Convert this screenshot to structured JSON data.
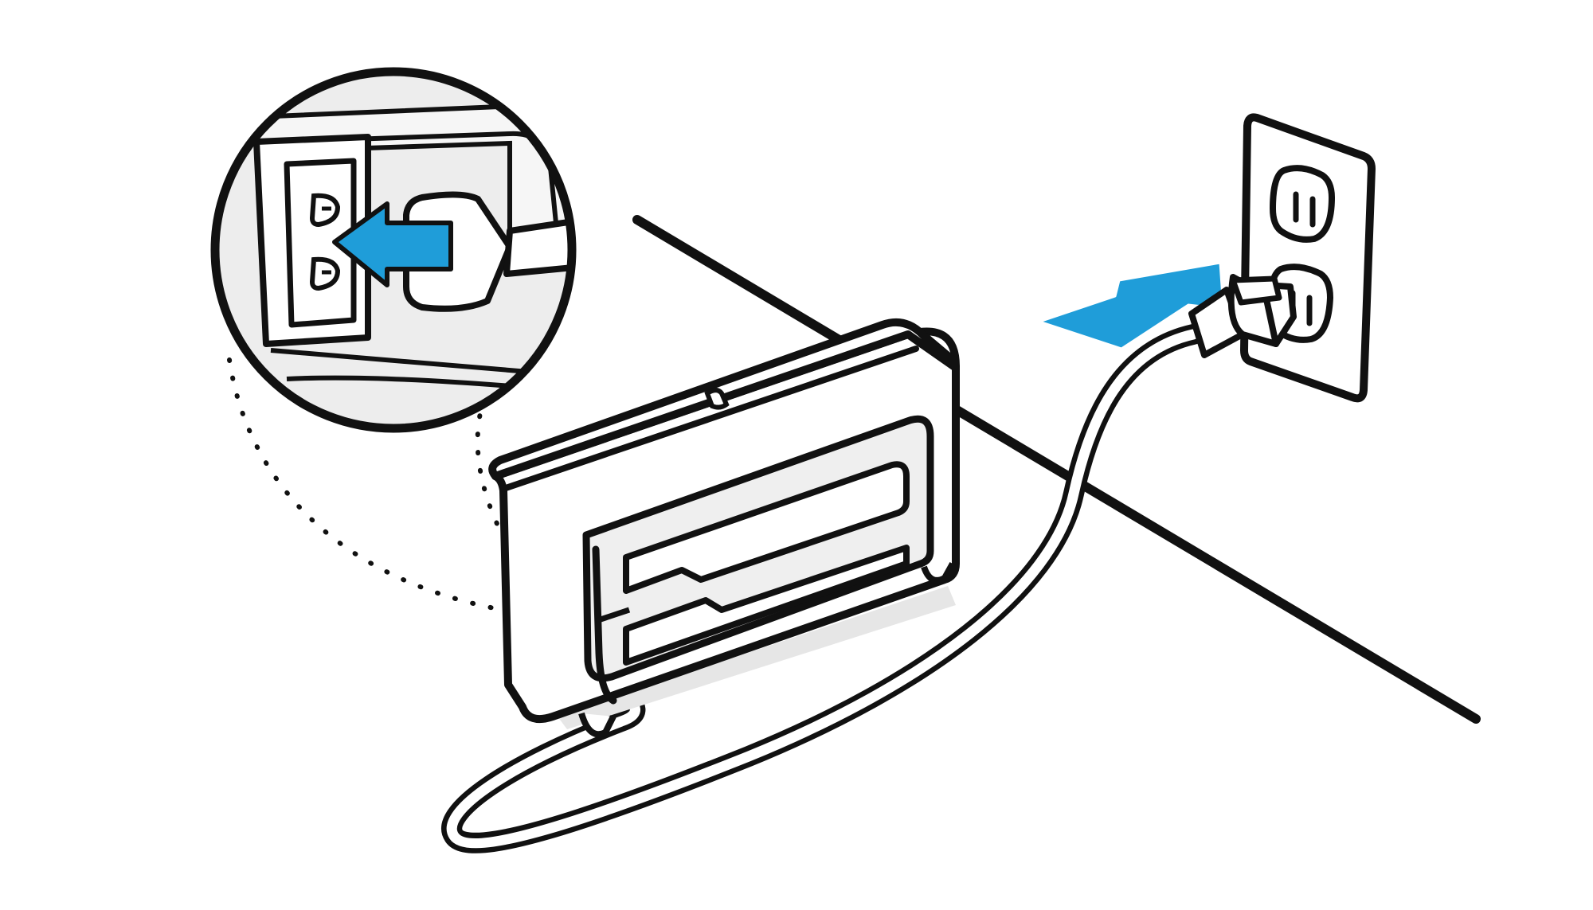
{
  "illustration": {
    "text_labels": [],
    "colors": {
      "outline": "#111111",
      "arrow": "#1f9dd9",
      "fill_light": "#eeeeee",
      "fill_white": "#ffffff"
    },
    "components": [
      {
        "name": "wall-corner-line",
        "icon": "line"
      },
      {
        "name": "wall-outlet",
        "icon": "outlet-icon",
        "receptacles": 2
      },
      {
        "name": "power-plug",
        "icon": "plug-icon"
      },
      {
        "name": "plug-in-arrow-outlet",
        "icon": "arrow-icon",
        "color": "#1f9dd9"
      },
      {
        "name": "home-base-dock",
        "icon": "charging-dock-icon"
      },
      {
        "name": "power-cord",
        "icon": "cord-icon"
      },
      {
        "name": "detail-magnifier",
        "icon": "magnifier-callout-icon"
      },
      {
        "name": "plug-in-arrow-dock",
        "icon": "arrow-icon",
        "color": "#1f9dd9"
      }
    ]
  }
}
